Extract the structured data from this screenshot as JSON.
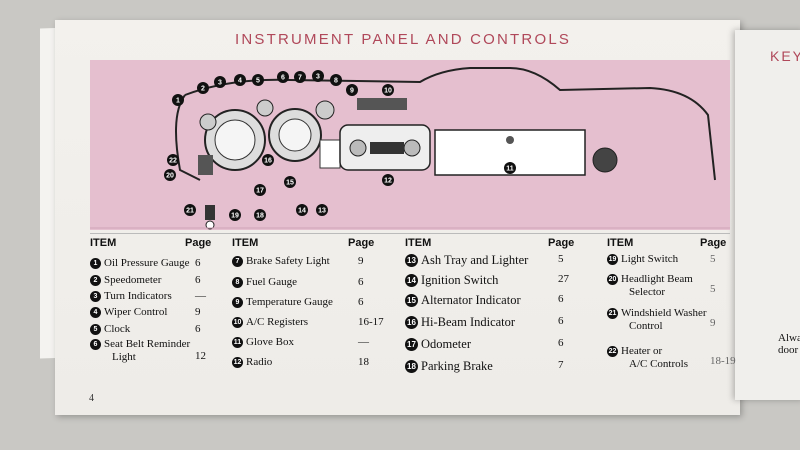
{
  "title": "INSTRUMENT PANEL AND CONTROLS",
  "right_title": "KEY",
  "page_number": "4",
  "column_header_item": "ITEM",
  "column_header_page": "Page",
  "columns": [
    [
      {
        "n": "1",
        "label": "Oil Pressure Gauge",
        "page": "6"
      },
      {
        "n": "2",
        "label": "Speedometer",
        "page": "6"
      },
      {
        "n": "3",
        "label": "Turn Indicators",
        "page": "—"
      },
      {
        "n": "4",
        "label": "Wiper Control",
        "page": "9"
      },
      {
        "n": "5",
        "label": "Clock",
        "page": "6"
      },
      {
        "n": "6",
        "label": "Seat Belt Reminder",
        "label2": "Light",
        "page": "12"
      }
    ],
    [
      {
        "n": "7",
        "label": "Brake Safety Light",
        "page": "9"
      },
      {
        "n": "8",
        "label": "Fuel Gauge",
        "page": "6"
      },
      {
        "n": "9",
        "label": "Temperature Gauge",
        "page": "6"
      },
      {
        "n": "10",
        "label": "A/C Registers",
        "page": "16-17"
      },
      {
        "n": "11",
        "label": "Glove Box",
        "page": "—"
      },
      {
        "n": "12",
        "label": "Radio",
        "page": "18"
      }
    ],
    [
      {
        "n": "13",
        "label": "Ash Tray and Lighter",
        "page": "5"
      },
      {
        "n": "14",
        "label": "Ignition Switch",
        "page": "27"
      },
      {
        "n": "15",
        "label": "Alternator Indicator",
        "page": "6"
      },
      {
        "n": "16",
        "label": "Hi-Beam Indicator",
        "page": "6"
      },
      {
        "n": "17",
        "label": "Odometer",
        "page": "6"
      },
      {
        "n": "18",
        "label": "Parking Brake",
        "page": "7"
      }
    ],
    [
      {
        "n": "19",
        "label": "Light Switch",
        "page": "5"
      },
      {
        "n": "20",
        "label": "Headlight Beam",
        "label2": "Selector",
        "page": "5"
      },
      {
        "n": "21",
        "label": "Windshield Washer",
        "label2": "Control",
        "page": "9"
      },
      {
        "n": "22",
        "label": "Heater or",
        "label2": "A/C Controls",
        "page": "18-19"
      }
    ]
  ],
  "right_page_text": [
    "Alwa",
    "door"
  ],
  "diagram_callouts": [
    "1",
    "2",
    "3",
    "4",
    "5",
    "6",
    "7",
    "3",
    "8",
    "9",
    "10",
    "11",
    "12",
    "13",
    "14",
    "15",
    "16",
    "17",
    "18",
    "19",
    "20",
    "21",
    "22"
  ],
  "colors": {
    "title": "#b0485a",
    "diagram_bg": "#e5bfcf",
    "page": "#f1efeb"
  }
}
